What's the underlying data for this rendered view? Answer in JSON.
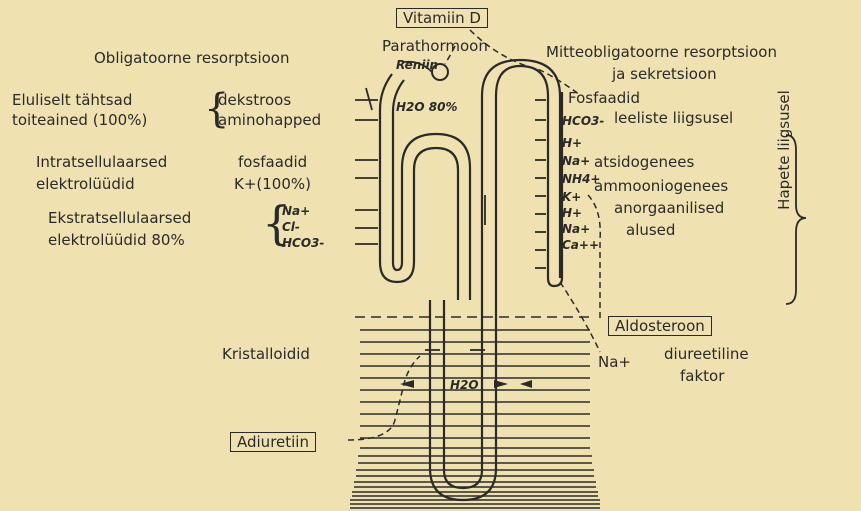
{
  "hormones": {
    "vitamin_d": "Vitamiin D",
    "parathormone": "Parathormoon",
    "renin": "Reniin",
    "aldosterone": "Aldosteroon",
    "adiuretin": "Adiuretiin"
  },
  "left": {
    "obligatory": "Obligatoorne resorptsioon",
    "vital_line1": "Eluliselt tähtsad",
    "vital_line2": "toiteained (100%)",
    "dextrose": "dekstroos",
    "amino": "aminohapped",
    "intra_line1": "Intratsellulaarsed",
    "intra_line2": "elektrolüüdid",
    "phosphates": "fosfaadid",
    "potassium": "K+(100%)",
    "extra_line1": "Ekstratsellulaarsed",
    "extra_line2": "elektrolüüdid 80%",
    "na": "Na+",
    "cl": "Cl-",
    "hco3": "HCO3-",
    "water": "H2O 80%"
  },
  "right": {
    "nonobligatory_line1": "Mitteobligatoorne resorptsioon",
    "nonobligatory_line2": "ja sekretsioon",
    "phosphates": "Fosfaadid",
    "hco3": "HCO3-",
    "excess": "leeliste liigsusel",
    "h1": "H+",
    "na1": "Na+",
    "nh4": "NH4+",
    "k": "K+",
    "h2": "H+",
    "na2": "Na+",
    "ca": "Ca++",
    "acidogenesis": "atsidogenees",
    "ammoniogenesis": "ammooniogenees",
    "inorganic1": "anorgaanilised",
    "inorganic2": "alused",
    "acid_excess": "Hapete liigsusel"
  },
  "bottom": {
    "crystalloids": "Kristalloidid",
    "water": "H2O",
    "na": "Na+",
    "diuretic1": "diureetiline",
    "diuretic2": "faktor"
  }
}
